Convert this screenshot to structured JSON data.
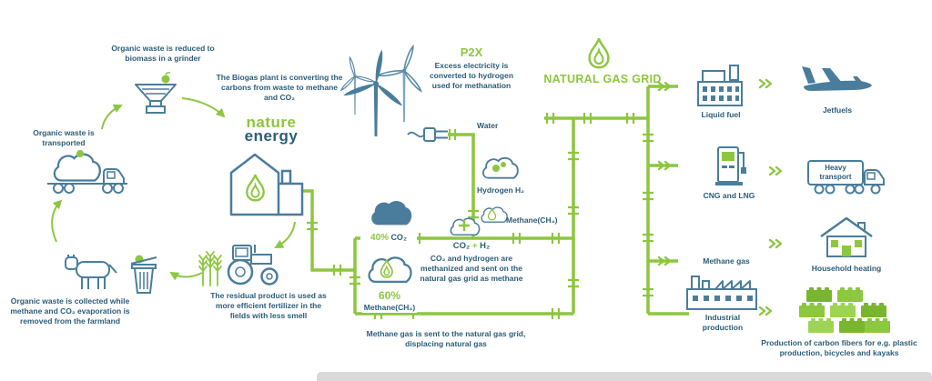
{
  "colors": {
    "green": "#8dc63f",
    "teal": "#2b5c78",
    "icon_blue": "#4a7d9b"
  },
  "cycle": {
    "grinder_caption": "Organic waste is reduced to biomass in a grinder",
    "transport_caption": "Organic waste is transported",
    "biogas_caption": "The Biogas plant is converting the carbons from waste to methane and CO₂",
    "logo_top": "nature",
    "logo_bottom": "energy",
    "farm_caption": "Organic waste is collected while methane and CO₂ evaporation is removed from the farmland",
    "residual_caption": "The residual product is used as more efficient fertilizer in the fields with less smell"
  },
  "p2x": {
    "title": "P2X",
    "caption": "Excess electricity is converted to hydrogen used for methanation",
    "water_label": "Water",
    "hydrogen_label": "Hydrogen H₂"
  },
  "conversion": {
    "co2_pct": "40%",
    "co2_label": "CO₂",
    "methane_pct": "60%",
    "methane_label": "Methane(CH₄)",
    "co2_h2_left": "CO₂",
    "co2_h2_plus": "+",
    "co2_h2_right": "H₂",
    "methanized_caption": "CO₂ and hydrogen are methanized and sent on the natural gas grid as methane",
    "methane_ch4_label": "Methane(CH₄)",
    "sent_caption": "Methane gas is sent to the natural gas grid, displacing natural gas"
  },
  "grid": {
    "title": "NATURAL GAS GRID"
  },
  "outputs": {
    "liquid_fuel": "Liquid fuel",
    "jetfuels": "Jetfuels",
    "cng_lng": "CNG and LNG",
    "heavy_transport": "Heavy transport",
    "methane_gas": "Methane gas",
    "household_heating": "Household heating",
    "industrial_production": "Industrial production",
    "carbon_fibers": "Production of carbon fibers for e.g. plastic production, bicycles and kayaks"
  }
}
